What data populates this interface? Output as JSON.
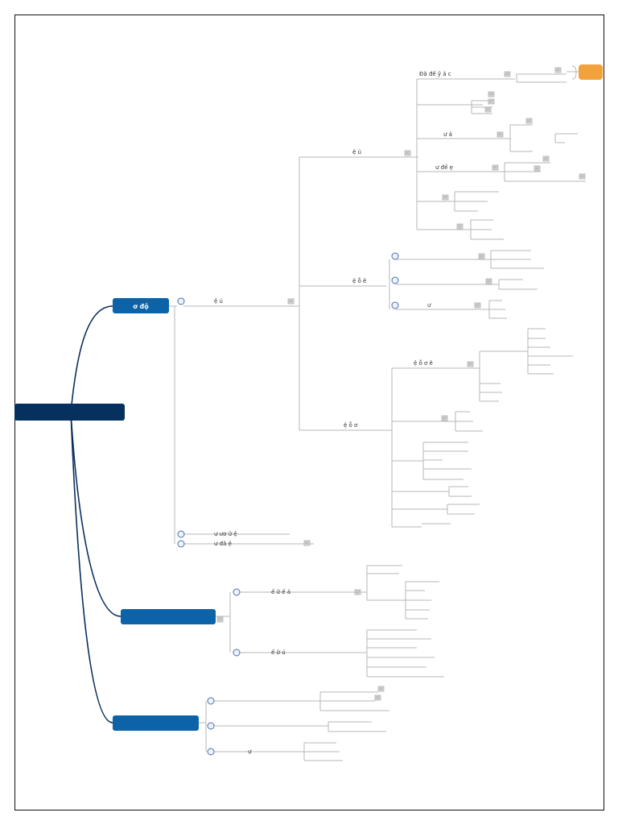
{
  "root": {
    "label": ""
  },
  "branches": {
    "b1": {
      "label": "ơ độ"
    },
    "b2": {
      "label": ""
    },
    "b3": {
      "label": ""
    }
  },
  "colors": {
    "root": "#06305e",
    "branch": "#0c63a8",
    "accent": "#f2a23a",
    "connector_main": "#0b2f5c",
    "connector_sub": "#b7b7b7",
    "expand": "#4a6fb0"
  },
  "icons": {
    "note": "note-icon",
    "expand": "expand-circle-icon"
  },
  "b1_sub": {
    "s1": "ệ              ú",
    "s2": "ư                ươ          ữ           ệ",
    "s3": "ư                đã                ệ"
  },
  "l2": {
    "a": "ệ         ú",
    "b": "ệ     ỗ      ẽ",
    "c": "ệ     ỗ     ơ"
  },
  "l3": {
    "a1": "Đã   đế     ỹ        ả       c",
    "a2": "ư        ả",
    "a3": "ư đế   ẹ",
    "b1": "",
    "b2": "",
    "b3": "ư",
    "c1": "ệ    ỗ    ơ    ẽ"
  },
  "b2_sub": {
    "s1": "ế      ữ     ế            ả",
    "s2": "ế      ữ                  ú"
  },
  "b3_sub": {
    "s1": "",
    "s2": "",
    "s3": "ự"
  }
}
